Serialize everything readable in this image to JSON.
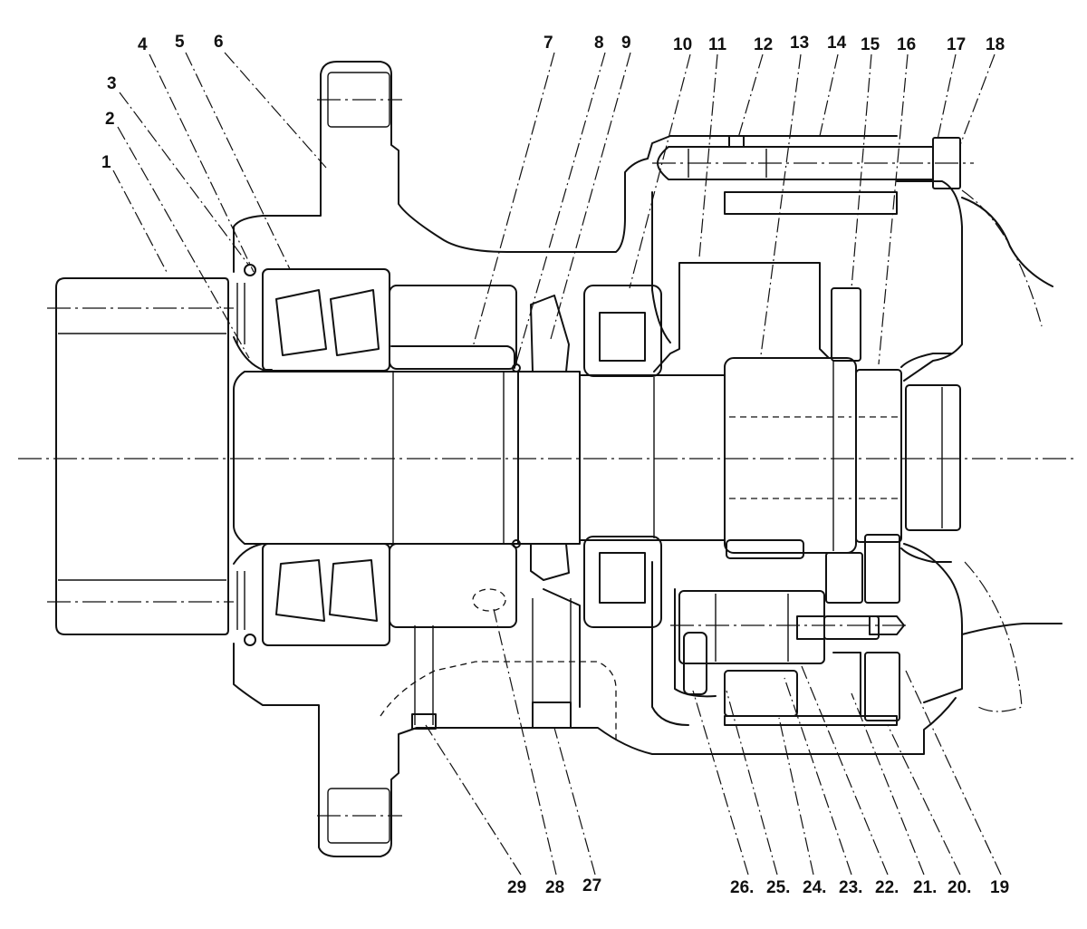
{
  "top_labels": [
    "1",
    "2",
    "3",
    "4",
    "5",
    "6",
    "7",
    "8",
    "9",
    "10",
    "11",
    "12",
    "13",
    "14",
    "15",
    "16",
    "17",
    "18"
  ],
  "bottom_labels": [
    "29",
    "28",
    "27",
    "26.",
    "25.",
    "24.",
    "23.",
    "22.",
    "21.",
    "20.",
    "19"
  ]
}
